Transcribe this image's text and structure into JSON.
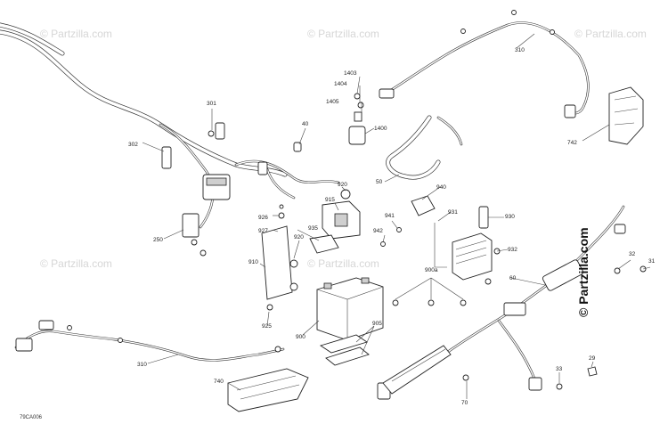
{
  "watermark_text": "© Partzilla.com",
  "brand_text": "© Partzilla.com",
  "diagram_code": "79CA006",
  "callouts": {
    "c301": "301",
    "c302": "302",
    "c250": "250",
    "c40": "40",
    "c1403": "1403",
    "c1404": "1404",
    "c1405": "1405",
    "c1400": "1400",
    "c50": "50",
    "c310_top": "310",
    "c742": "742",
    "c920_top": "920",
    "c915": "915",
    "c926": "926",
    "c927": "927",
    "c935": "935",
    "c941": "941",
    "c942": "942",
    "c940": "940",
    "c931": "931",
    "c930": "930",
    "c932": "932",
    "c920_mid": "920",
    "c910": "910",
    "c925": "925",
    "c900a": "900a",
    "c60": "60",
    "c32": "32",
    "c31": "31",
    "c900": "900",
    "c905": "905",
    "c310_bot": "310",
    "c740": "740",
    "c70": "70",
    "c33": "33",
    "c29": "29"
  }
}
